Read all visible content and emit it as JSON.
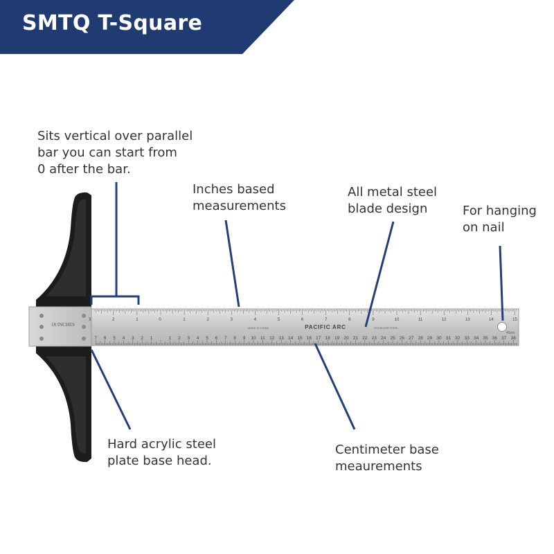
{
  "banner": {
    "title": "SMTQ T-Square",
    "color": "#203a72"
  },
  "callouts": {
    "vertical": {
      "lines": [
        "Sits vertical over parallel",
        "bar you can start from",
        "0 after the bar."
      ]
    },
    "inches": {
      "lines": [
        "Inches based",
        "measurements"
      ]
    },
    "metal": {
      "lines": [
        "All metal steel",
        "blade design"
      ]
    },
    "hanging": {
      "lines": [
        "For hanging",
        "on nail"
      ]
    },
    "head": {
      "lines": [
        "Hard acrylic steel",
        "plate base head."
      ]
    },
    "cm": {
      "lines": [
        "Centimeter base",
        "meaurements"
      ]
    }
  },
  "ruler": {
    "brand": "PACIFIC ARC",
    "head_label": "18 INCHES",
    "made_in": "MADE IN CHINA",
    "model": "STAINLESS STEEL",
    "size_mark": "45cm",
    "inch_ticks_left": [
      "3",
      "2",
      "1"
    ],
    "inch_ticks": [
      "1",
      "2",
      "3",
      "4",
      "5",
      "6",
      "7",
      "8",
      "9",
      "10",
      "11",
      "12",
      "13",
      "14",
      "15"
    ],
    "cm_ticks_left": [
      "7",
      "6",
      "5",
      "4",
      "3",
      "2",
      "1"
    ],
    "cm_ticks": [
      "1",
      "2",
      "3",
      "4",
      "5",
      "6",
      "7",
      "8",
      "9",
      "10",
      "11",
      "12",
      "13",
      "14",
      "15",
      "16",
      "17",
      "18",
      "19",
      "20",
      "21",
      "22",
      "23",
      "24",
      "25",
      "26",
      "27",
      "28",
      "29",
      "30",
      "31",
      "32",
      "33",
      "34",
      "35",
      "36",
      "37",
      "38"
    ]
  },
  "colors": {
    "leader": "#233f78",
    "blade": "#c9c9c9",
    "head": "#1c1c1c",
    "text": "#333333"
  }
}
